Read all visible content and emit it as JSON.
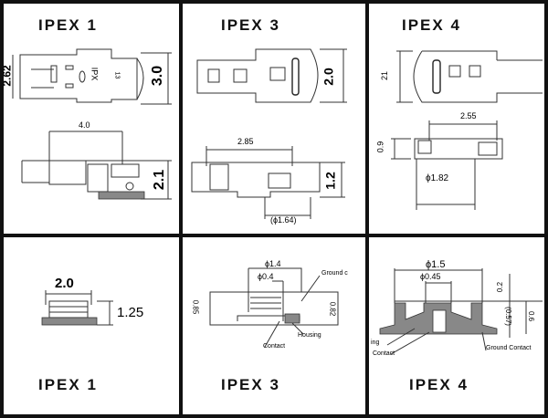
{
  "panels": {
    "ipex1_top": {
      "title": "IPEX 1",
      "dims": {
        "width": "2.62",
        "height": "3.0",
        "length": "4.0",
        "side_height": "2.1"
      },
      "marking": "IPX",
      "marking2": "13"
    },
    "ipex3_top": {
      "title": "IPEX 3",
      "dims": {
        "height": "2.0",
        "length": "2.85",
        "side_height": "1.2",
        "diameter": "(ϕ1.64)"
      }
    },
    "ipex4_top": {
      "title": "IPEX 4",
      "dims": {
        "height": "21",
        "length": "2.55",
        "side_height": "0.9",
        "diameter": "ϕ1.82"
      }
    },
    "ipex1_bottom": {
      "title": "IPEX 1",
      "dims": {
        "diameter": "2.0",
        "height": "1.25"
      }
    },
    "ipex3_bottom": {
      "title": "IPEX 3",
      "dims": {
        "outer_diameter": "ϕ1.4",
        "inner_diameter": "ϕ0.4",
        "left_height": "0.85",
        "right_height": "0.82"
      },
      "callouts": {
        "ground": "Ground c",
        "housing": "Housing",
        "contact": "Contact"
      }
    },
    "ipex4_bottom": {
      "title": "IPEX 4",
      "dims": {
        "outer_diameter": "ϕ1.5",
        "inner_diameter": "ϕ0.45",
        "top": "0.2",
        "inner_height": "(0.57)",
        "height": "0.6"
      },
      "callouts": {
        "housing": "ing",
        "contact": "Contact",
        "ground": "Ground Contact"
      }
    }
  }
}
